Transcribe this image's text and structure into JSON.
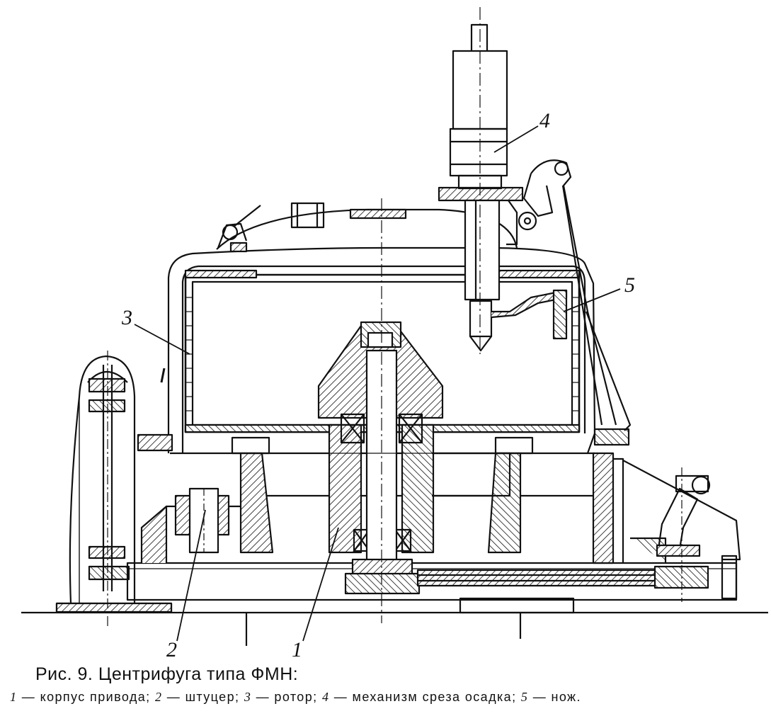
{
  "figure": {
    "caption": "Рис. 9. Центрифуга типа ФМН:",
    "callouts": [
      {
        "number": "1",
        "text": "корпус привода"
      },
      {
        "number": "2",
        "text": "штуцер"
      },
      {
        "number": "3",
        "text": "ротор"
      },
      {
        "number": "4",
        "text": "механизм среза осадка"
      },
      {
        "number": "5",
        "text": "нож"
      }
    ]
  },
  "legend": {
    "items": [
      {
        "number": "1",
        "separator": " — ",
        "text": "корпус привода",
        "end": ";"
      },
      {
        "number": "2",
        "separator": " — ",
        "text": "штуцер",
        "end": ";"
      },
      {
        "number": "3",
        "separator": " — ",
        "text": "ротор",
        "end": ";"
      },
      {
        "number": "4",
        "separator": " — ",
        "text": "механизм среза осадка",
        "end": ";"
      },
      {
        "number": "5",
        "separator": " — ",
        "text": "нож",
        "end": "."
      }
    ]
  },
  "colors": {
    "line": "#111111",
    "paper": "#ffffff"
  }
}
